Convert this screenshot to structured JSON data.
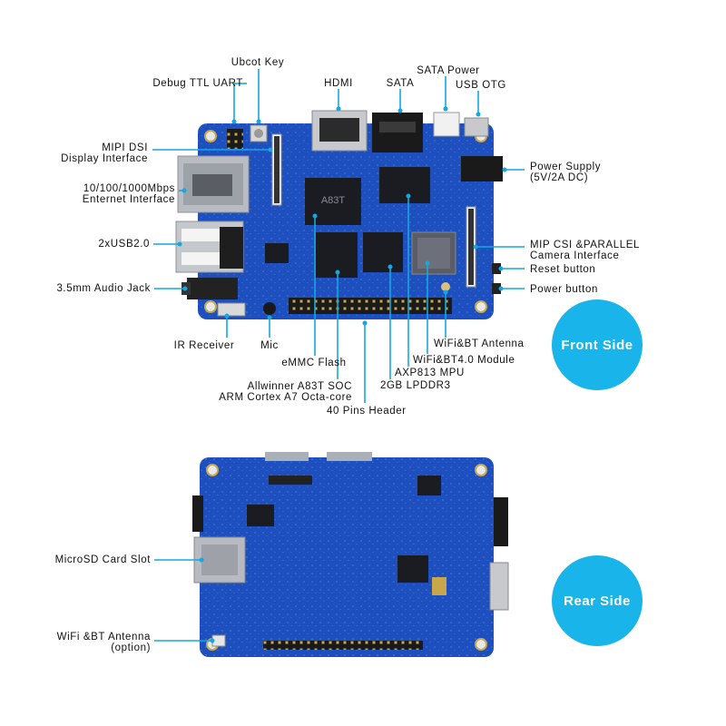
{
  "labels": {
    "ubcot_key": "Ubcot Key",
    "debug_uart": "Debug TTL UART",
    "hdmi": "HDMI",
    "sata": "SATA",
    "sata_power": "SATA Power",
    "usb_otg": "USB OTG",
    "mipi_dsi_1": "MIPI DSI",
    "mipi_dsi_2": "Display Interface",
    "ethernet_1": "10/100/1000Mbps",
    "ethernet_2": "Enternet Interface",
    "usb2": "2xUSB2.0",
    "audio_jack": "3.5mm Audio Jack",
    "ir_receiver": "IR Receiver",
    "mic": "Mic",
    "emmc": "eMMC Flash",
    "soc_1": "Allwinner A83T SOC",
    "soc_2": "ARM Cortex A7 Octa-core",
    "header_40": "40 Pins Header",
    "lpddr3": "2GB LPDDR3",
    "axp813": "AXP813 MPU",
    "wifi_module": "WiFi&BT4.0 Module",
    "wifi_antenna": "WiFi&BT Antenna",
    "power_supply_1": "Power Supply",
    "power_supply_2": "(5V/2A DC)",
    "mip_csi_1": "MIP CSI &PARALLEL",
    "mip_csi_2": "Camera Interface",
    "reset_button": "Reset button",
    "power_button": "Power button",
    "microsd": "MicroSD Card Slot",
    "rear_antenna_1": "WiFi &BT Antenna",
    "rear_antenna_2": "(option)"
  },
  "badges": {
    "front": "Front Side",
    "rear": "Rear Side"
  },
  "chip_text": {
    "soc": "A83T"
  },
  "colors": {
    "board": "#1d4fbf",
    "board_dark": "#163f9f",
    "callout": "#13a9e0",
    "badge": "#18b4ea",
    "chip": "#1b1b22"
  }
}
